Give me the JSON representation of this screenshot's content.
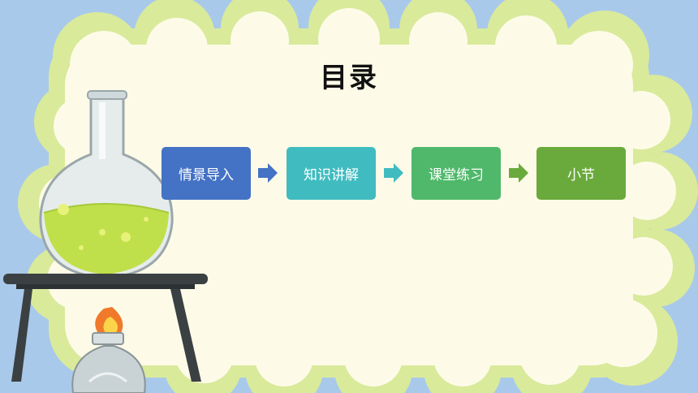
{
  "slide": {
    "title": "目录"
  },
  "steps": [
    {
      "label": "情景导入",
      "color": "#4472c4"
    },
    {
      "label": "知识讲解",
      "color": "#40bcc0"
    },
    {
      "label": "课堂练习",
      "color": "#4fb86a"
    },
    {
      "label": "小节",
      "color": "#6aaa3c"
    }
  ],
  "arrow_colors": [
    "#4472c4",
    "#40bcc0",
    "#6aaa3c"
  ],
  "colors": {
    "background": "#a9c9ea",
    "cloud_fill": "#fdfbe8",
    "cloud_border": "#d9ea9b",
    "liquid": "#bfe04a"
  }
}
